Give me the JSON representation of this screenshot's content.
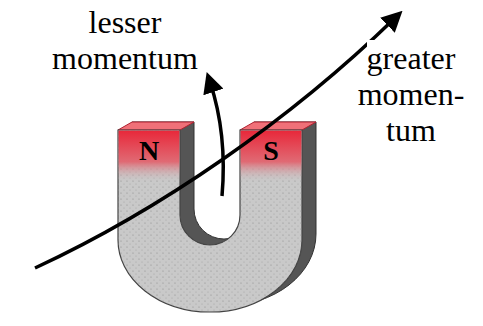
{
  "diagram": {
    "labels": [
      "lesser momentum",
      "greater momen- tum",
      "N",
      "S"
    ]
  }
}
